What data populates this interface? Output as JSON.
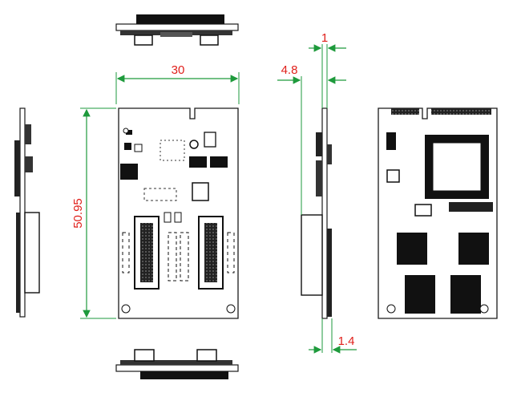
{
  "dimensions": {
    "front_width": "30",
    "front_height": "50.95",
    "side_thickness_top": "1",
    "side_offset": "4.8",
    "side_thickness_bottom": "1.4"
  },
  "colors": {
    "dimension_line": "#1e9a3c",
    "dimension_text": "#e0201b",
    "outline": "#1a1a1a",
    "board": "#ffffff"
  }
}
